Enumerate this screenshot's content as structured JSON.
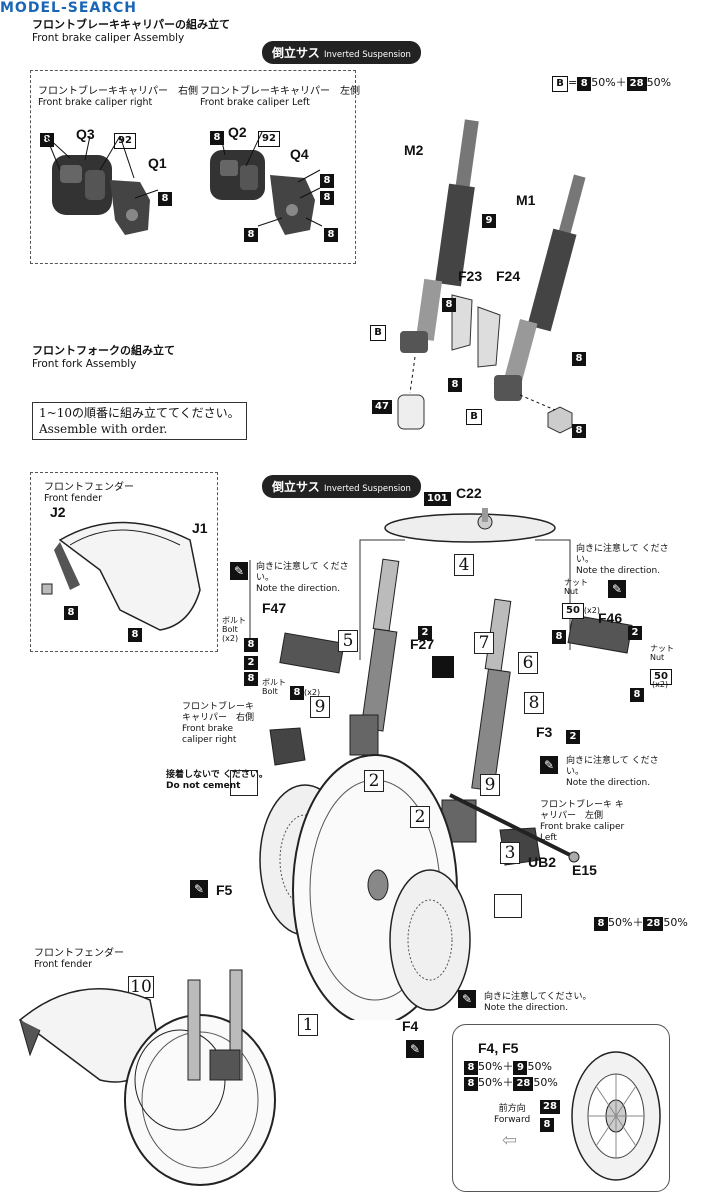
{
  "watermark": "MODEL-SEARCH",
  "header": {
    "title_jp": "フロントブレーキキャリパーの組み立て",
    "title_en": "Front brake caliper Assembly"
  },
  "inverted_badge": {
    "jp": "倒立サス",
    "en": "Inverted Suspension"
  },
  "mix_formula": {
    "b": "B",
    "eq": "=",
    "p1": "8",
    "t1": "50%＋",
    "p2": "28",
    "t2": "50%"
  },
  "calipers": {
    "right_jp": "フロントブレーキキャリパー　右側",
    "right_en": "Front brake caliper right",
    "left_jp": "フロントブレーキキャリパー　左側",
    "left_en": "Front brake caliper Left",
    "parts": {
      "q1": "Q1",
      "q2": "Q2",
      "q3": "Q3",
      "q4": "Q4",
      "p92": "92",
      "p8": "8"
    }
  },
  "fork": {
    "title_jp": "フロントフォークの組み立て",
    "title_en": "Front fork Assembly",
    "parts": {
      "m1": "M1",
      "m2": "M2",
      "f23": "F23",
      "f24": "F24",
      "p9": "9",
      "p8": "8",
      "b": "B",
      "p47": "47"
    }
  },
  "order_note": {
    "jp": "1~10の順番に組み立ててください。",
    "en": "Assemble with order."
  },
  "fender_box": {
    "jp": "フロントフェンダー",
    "en": "Front fender",
    "j1": "J1",
    "j2": "J2",
    "p8": "8"
  },
  "main": {
    "p101": "101",
    "c22": "C22",
    "f47": "F47",
    "f46": "F46",
    "f27": "F27",
    "f3": "F3",
    "f5": "F5",
    "f4": "F4",
    "ub2": "UB2",
    "e15": "E15",
    "p8": "8",
    "p2": "2",
    "p9": "9",
    "p50": "50",
    "steps": [
      "1",
      "2",
      "3",
      "4",
      "5",
      "6",
      "7",
      "8",
      "9",
      "10"
    ],
    "note_dir_jp": "向きに注意して ください。",
    "note_dir_en": "Note the direction.",
    "note_dir_single_jp": "向きに注意してください。",
    "bolt_jp": "ボルト",
    "bolt_en": "Bolt",
    "x2": "(x2)",
    "nut_jp": "ナット",
    "nut_en": "Nut",
    "cal_right_jp": "フロントブレーキ キャリパー　右側",
    "cal_right_en": "Front brake caliper right",
    "cal_left_jp": "フロントブレーキ キャリパー　左側",
    "cal_left_en": "Front brake caliper Left",
    "no_cement_jp": "接着しないで ください。",
    "no_cement_en": "Do not cement",
    "mix_e15": {
      "p1": "8",
      "t1": "50%＋",
      "p2": "28",
      "t2": "50%"
    }
  },
  "fender_bottom": {
    "jp": "フロントフェンダー",
    "en": "Front fender"
  },
  "disc_box": {
    "title": "F4, F5",
    "row1": {
      "p1": "8",
      "t1": "50%＋",
      "p2": "9",
      "t2": "50%"
    },
    "row2": {
      "p1": "8",
      "t1": "50%＋",
      "p2": "28",
      "t2": "50%"
    },
    "p28": "28",
    "p8": "8",
    "fwd_jp": "前方向",
    "fwd_en": "Forward"
  }
}
